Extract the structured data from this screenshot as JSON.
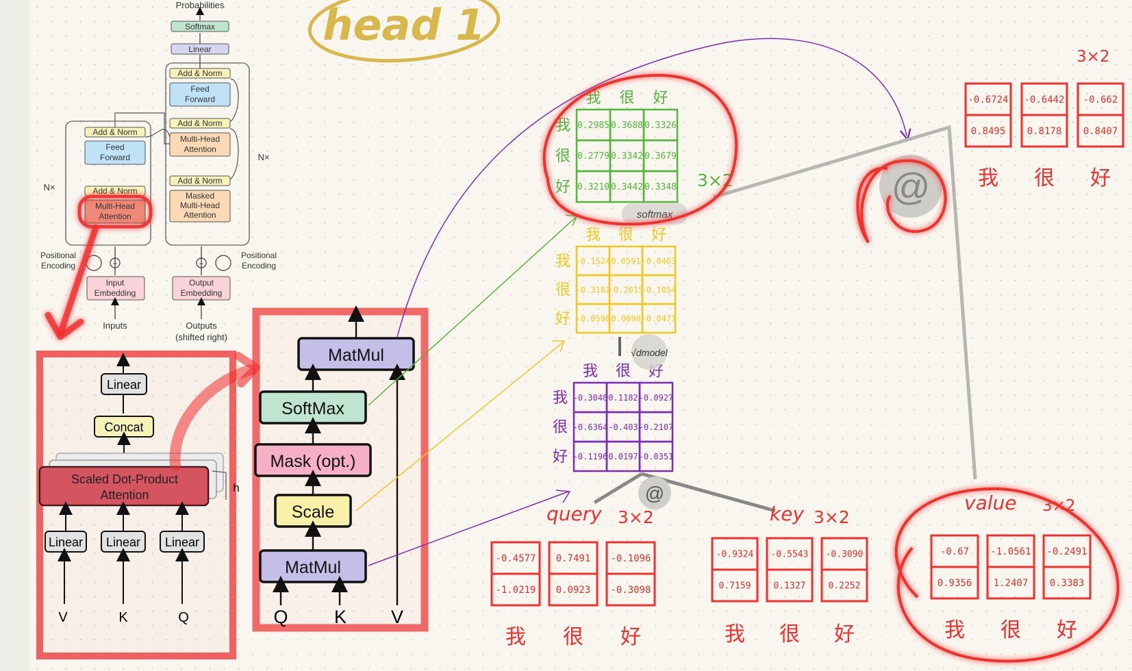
{
  "title": "head 1",
  "transformer": {
    "probabilities": "Probabilities",
    "softmax": "Softmax",
    "linear": "Linear",
    "add_norm": "Add & Norm",
    "feed_forward_1": "Feed",
    "feed_forward_2": "Forward",
    "mha_1": "Multi-Head",
    "mha_2": "Attention",
    "masked": "Masked",
    "nx": "N×",
    "pos_enc_1": "Positional",
    "pos_enc_2": "Encoding",
    "input_emb_1": "Input",
    "input_emb_2": "Embedding",
    "output_emb_1": "Output",
    "output_emb_2": "Embedding",
    "inputs": "Inputs",
    "outputs_1": "Outputs",
    "outputs_2": "(shifted right)"
  },
  "mha": {
    "linear": "Linear",
    "concat": "Concat",
    "sdpa_1": "Scaled Dot-Product",
    "sdpa_2": "Attention",
    "h": "h",
    "v": "V",
    "k": "K",
    "q": "Q"
  },
  "sdpa": {
    "matmul_top": "MatMul",
    "softmax": "SoftMax",
    "mask": "Mask (opt.)",
    "scale": "Scale",
    "matmul_bottom": "MatMul",
    "q": "Q",
    "k": "K",
    "v": "V"
  },
  "tokens": [
    "我",
    "很",
    "好"
  ],
  "softmax_matrix": {
    "label": "softmax",
    "size": "3×2",
    "rows": [
      [
        "0.2985",
        "0.3688",
        "0.3326"
      ],
      [
        "0.2779",
        "0.3342",
        "0.3679"
      ],
      [
        "0.3210",
        "0.3442",
        "0.3348"
      ]
    ]
  },
  "scaled_matrix": {
    "rows": [
      [
        "-0.1524",
        "0.0591",
        "-0.0463"
      ],
      [
        "-0.3182",
        "-0.2015",
        "-0.1054"
      ],
      [
        "-0.0598",
        "0.0098",
        "-0.0477"
      ]
    ]
  },
  "scale_label": "√dmodel",
  "score_matrix": {
    "rows": [
      [
        "-0.3048",
        "0.1182",
        "-0.0927"
      ],
      [
        "-0.6364",
        "-0.403",
        "-0.2107"
      ],
      [
        "-0.1196",
        "0.0197",
        "-0.0351"
      ]
    ]
  },
  "at_symbol": "@",
  "query": {
    "label": "query",
    "size": "3×2",
    "cols": [
      [
        "-0.4577",
        "-1.0219"
      ],
      [
        "0.7491",
        "0.0923"
      ],
      [
        "-0.1096",
        "-0.3098"
      ]
    ]
  },
  "key": {
    "label": "key",
    "size": "3×2",
    "cols": [
      [
        "-0.9324",
        "0.7159"
      ],
      [
        "-0.5543",
        "0.1327"
      ],
      [
        "-0.3090",
        "0.2252"
      ]
    ]
  },
  "value": {
    "label": "value",
    "size": "3×2",
    "cols": [
      [
        "-0.67",
        "0.9356"
      ],
      [
        "-1.0561",
        "1.2407"
      ],
      [
        "-0.2491",
        "0.3383"
      ]
    ]
  },
  "output": {
    "size": "3×2",
    "cols": [
      [
        "-0.6724",
        "0.8495"
      ],
      [
        "-0.6442",
        "0.8178"
      ],
      [
        "-0.662",
        "0.8407"
      ]
    ]
  }
}
